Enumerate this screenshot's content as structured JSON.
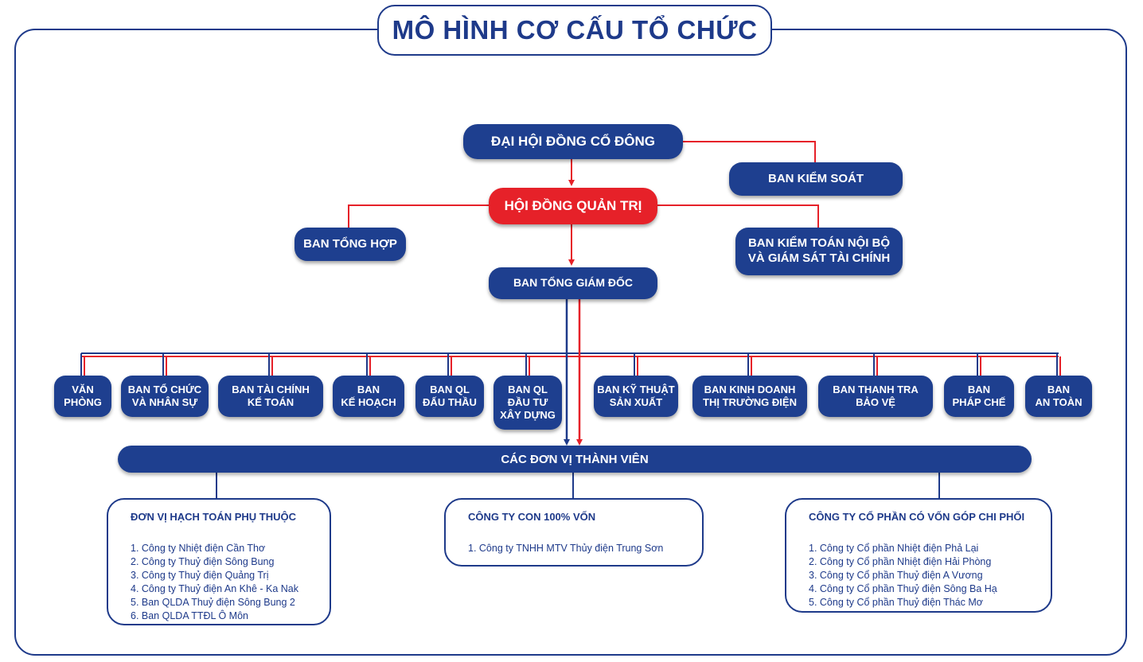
{
  "title": "MÔ HÌNH CƠ CẤU TỔ CHỨC",
  "colors": {
    "navy": "#1e3f8f",
    "red": "#e62129"
  },
  "top": {
    "shareholders": "ĐẠI HỘI ĐỒNG CỔ ĐÔNG",
    "supervisory": "BAN KIỂM SOÁT",
    "board": "HỘI ĐỒNG QUẢN TRỊ",
    "general_affairs": "BAN TỔNG HỢP",
    "internal_audit": "BAN KIỂM TOÁN NỘI BỘ\nVÀ GIÁM SÁT TÀI CHÍNH",
    "ceo_board": "BAN TỔNG GIÁM ĐỐC"
  },
  "departments": [
    "VĂN\nPHÒNG",
    "BAN TỔ CHỨC\nVÀ NHÂN SỰ",
    "BAN TÀI CHÍNH\nKẾ TOÁN",
    "BAN\nKẾ HOẠCH",
    "BAN QL\nĐẤU THẦU",
    "BAN QL\nĐẦU TƯ\nXÂY DỰNG",
    "BAN KỸ THUẬT\nSẢN XUẤT",
    "BAN KINH DOANH\nTHỊ TRƯỜNG ĐIỆN",
    "BAN THANH TRA\nBẢO VỆ",
    "BAN\nPHÁP CHẾ",
    "BAN\nAN TOÀN"
  ],
  "members_bar": "CÁC ĐƠN VỊ THÀNH VIÊN",
  "groups": [
    {
      "title": "ĐƠN VỊ HẠCH TOÁN PHỤ THUỘC",
      "items": [
        "1. Công ty Nhiệt điện Cần Thơ",
        "2. Công ty Thuỷ điện Sông Bung",
        "3. Công ty Thuỷ điện Quảng Trị",
        "4. Công ty Thuỷ điện An Khê - Ka Nak",
        "5. Ban QLDA Thuỷ điện Sông Bung 2",
        "6. Ban QLDA TTĐL Ô Môn"
      ]
    },
    {
      "title": "CÔNG TY CON 100% VỐN",
      "items": [
        "1. Công ty TNHH MTV Thủy điện Trung Sơn"
      ]
    },
    {
      "title": "CÔNG TY CỔ PHẦN CÓ VỐN GÓP CHI PHỐI",
      "items": [
        "1. Công ty Cổ phần Nhiệt điện Phả Lại",
        "2. Công ty Cổ phần Nhiệt điện Hải Phòng",
        "3. Công ty Cổ phần Thuỷ điện A Vương",
        "4. Công ty Cổ phần Thuỷ điện Sông Ba Hạ",
        "5. Công ty Cổ phần Thuỷ điện Thác Mơ"
      ]
    }
  ]
}
